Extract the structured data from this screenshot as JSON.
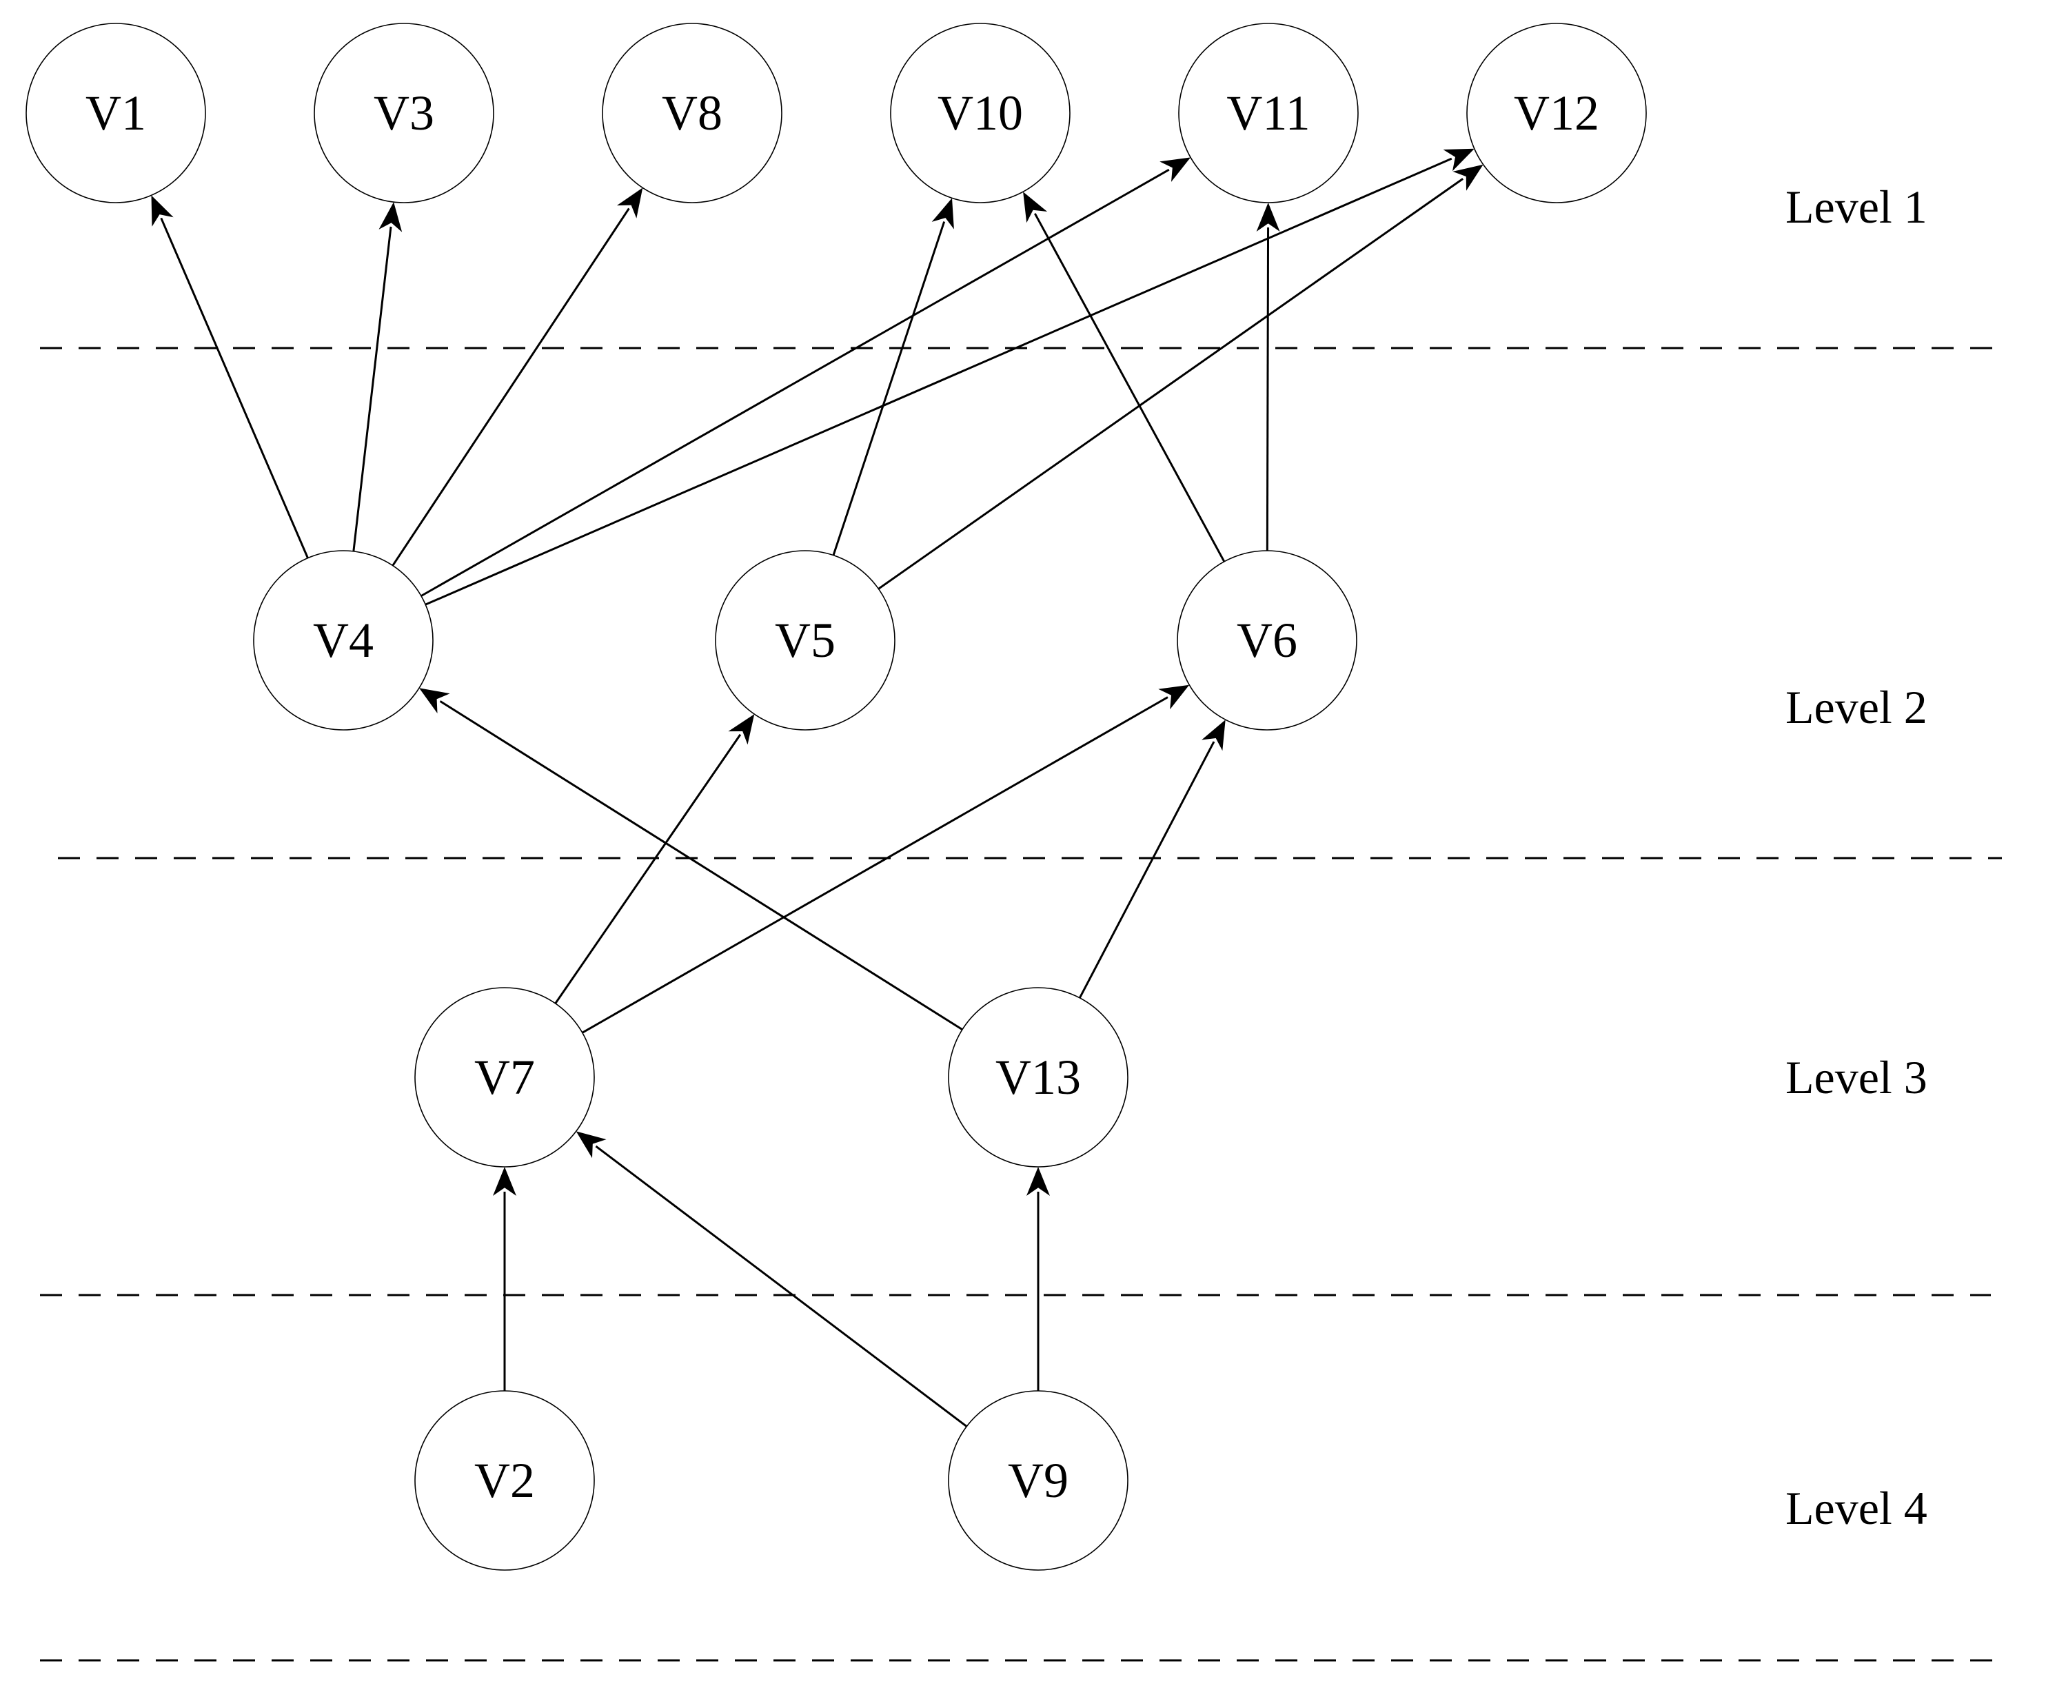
{
  "diagram": {
    "nodes": [
      {
        "id": "V1",
        "label": "V1",
        "level": 1
      },
      {
        "id": "V3",
        "label": "V3",
        "level": 1
      },
      {
        "id": "V8",
        "label": "V8",
        "level": 1
      },
      {
        "id": "V10",
        "label": "V10",
        "level": 1
      },
      {
        "id": "V11",
        "label": "V11",
        "level": 1
      },
      {
        "id": "V12",
        "label": "V12",
        "level": 1
      },
      {
        "id": "V4",
        "label": "V4",
        "level": 2
      },
      {
        "id": "V5",
        "label": "V5",
        "level": 2
      },
      {
        "id": "V6",
        "label": "V6",
        "level": 2
      },
      {
        "id": "V7",
        "label": "V7",
        "level": 3
      },
      {
        "id": "V13",
        "label": "V13",
        "level": 3
      },
      {
        "id": "V2",
        "label": "V2",
        "level": 4
      },
      {
        "id": "V9",
        "label": "V9",
        "level": 4
      }
    ],
    "edges": [
      {
        "from": "V4",
        "to": "V1"
      },
      {
        "from": "V4",
        "to": "V3"
      },
      {
        "from": "V4",
        "to": "V8"
      },
      {
        "from": "V4",
        "to": "V11"
      },
      {
        "from": "V4",
        "to": "V12"
      },
      {
        "from": "V5",
        "to": "V10"
      },
      {
        "from": "V5",
        "to": "V12"
      },
      {
        "from": "V6",
        "to": "V10"
      },
      {
        "from": "V6",
        "to": "V11"
      },
      {
        "from": "V7",
        "to": "V5"
      },
      {
        "from": "V7",
        "to": "V6"
      },
      {
        "from": "V13",
        "to": "V4"
      },
      {
        "from": "V13",
        "to": "V6"
      },
      {
        "from": "V2",
        "to": "V7"
      },
      {
        "from": "V9",
        "to": "V7"
      },
      {
        "from": "V9",
        "to": "V13"
      }
    ],
    "levels": [
      {
        "label": "Level 1"
      },
      {
        "label": "Level 2"
      },
      {
        "label": "Level 3"
      },
      {
        "label": "Level 4"
      }
    ],
    "colors": {
      "stroke": "#000000",
      "background": "#ffffff"
    }
  }
}
